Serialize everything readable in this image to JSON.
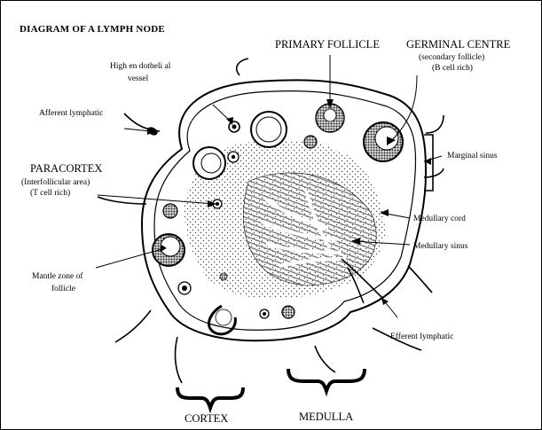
{
  "title": "DIAGRAM OF A LYMPH NODE",
  "labels": {
    "primary_follicle": "PRIMARY FOLLICLE",
    "germinal_centre": "GERMINAL CENTRE",
    "germinal_sub1": "(secondary follicle)",
    "germinal_sub2": "(B cell rich)",
    "high_endothelial_1": "High en dotheli al",
    "high_endothelial_2": "vessel",
    "afferent_lymphatic": "Afferent lymphatic",
    "marginal_sinus": "Marginal sinus",
    "paracortex": "PARACORTEX",
    "paracortex_sub1": "(Interfollicular area)",
    "paracortex_sub2": "(T cell rich)",
    "medullary_cord": "Medullary cord",
    "medullary_sinus": "Medullary sinus",
    "mantle_zone_1": "Mantle zone of",
    "mantle_zone_2": "follicle",
    "efferent_lymphatic": "Efferent lymphatic",
    "cortex": "CORTEX",
    "medulla": "MEDULLA"
  },
  "colors": {
    "ink": "#000000",
    "background": "#ffffff",
    "stipple": "#5a5a5a",
    "follicle_fill": "#3a3a3a"
  }
}
